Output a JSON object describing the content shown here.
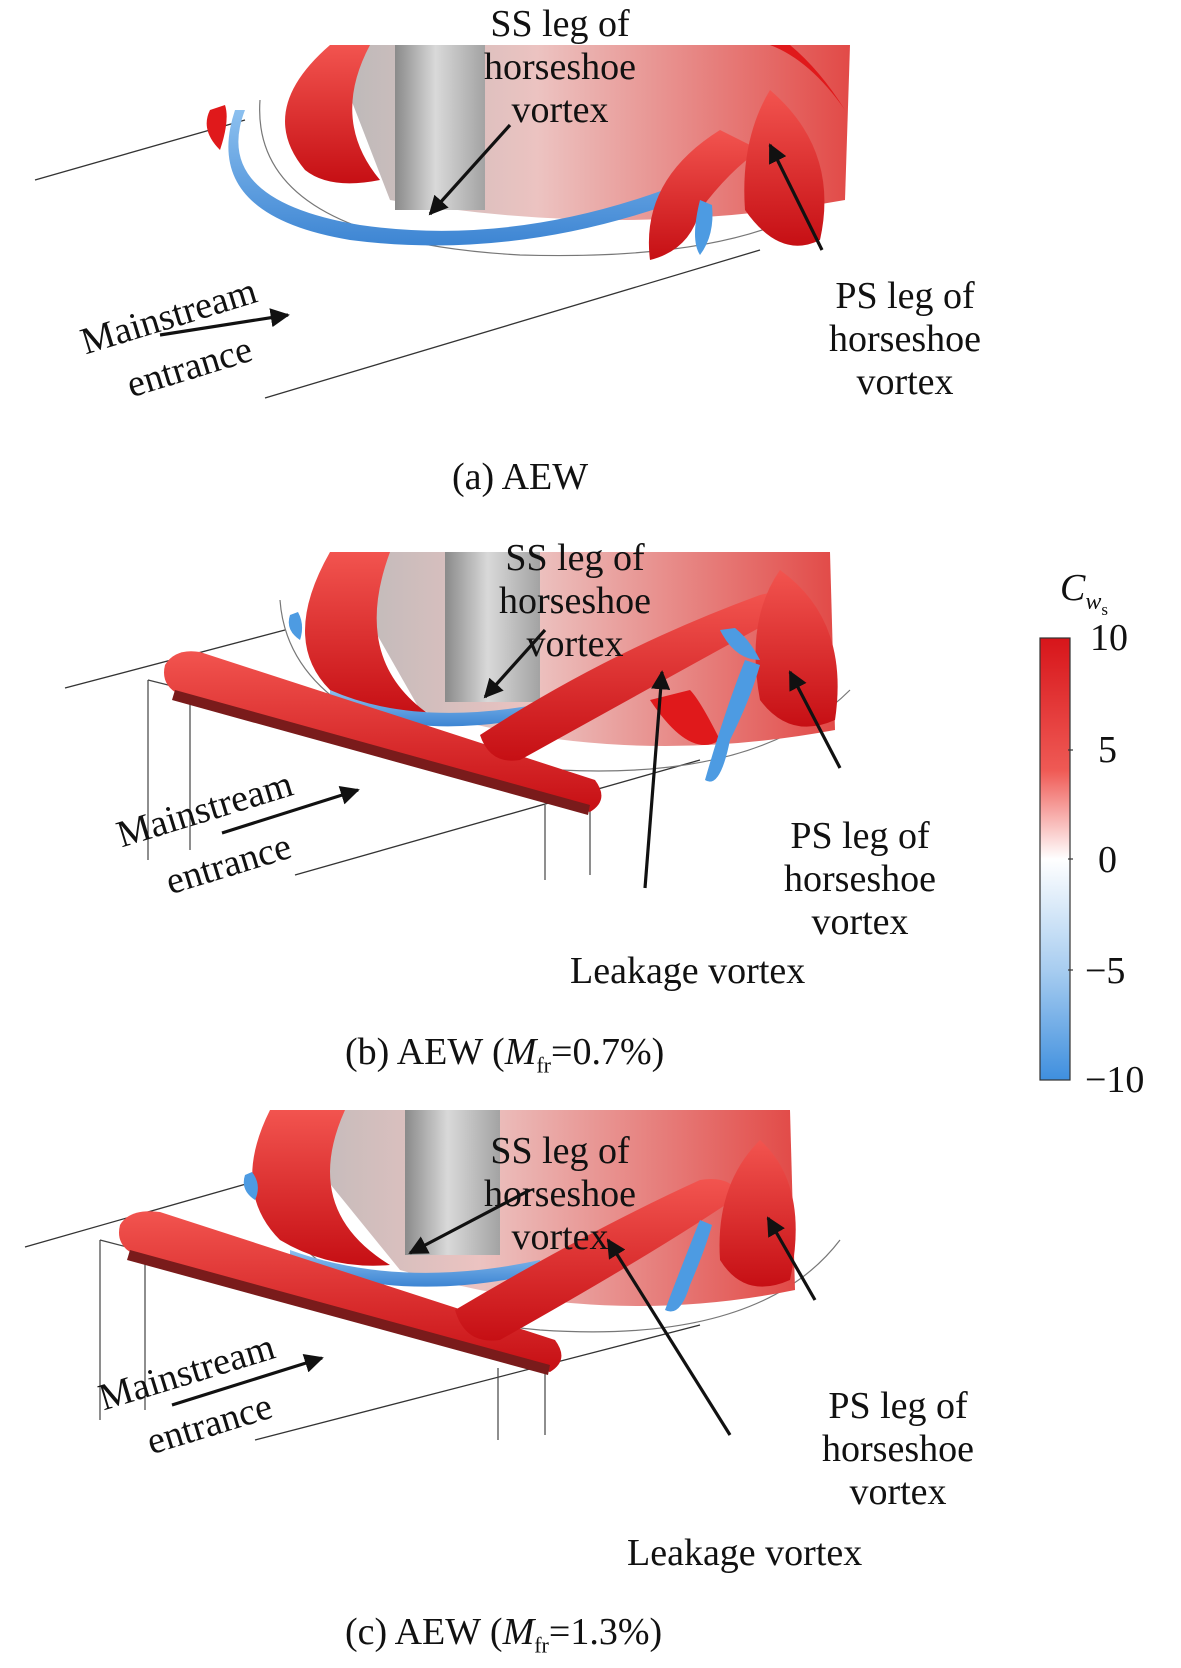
{
  "colorbar": {
    "symbol": "C",
    "symbol_subscript": "w",
    "symbol_subsubscript": "s",
    "ticks": [
      "10",
      "5",
      "0",
      "−5",
      "−10"
    ],
    "range": [
      -10,
      10
    ],
    "colors": {
      "high": "#e0191b",
      "mid": "#ffffff",
      "low": "#4d9be2"
    }
  },
  "panels": [
    {
      "id": "a",
      "caption": "(a) AEW",
      "labels": {
        "ss_line1": "SS leg of",
        "ss_line2": "horseshoe",
        "ss_line3": "vortex",
        "ps_line1": "PS leg of",
        "ps_line2": "horseshoe",
        "ps_line3": "vortex",
        "entrance_line1": "Mainstream",
        "entrance_line2": "entrance"
      }
    },
    {
      "id": "b",
      "caption_prefix": "(b) AEW (",
      "caption_var": "M",
      "caption_sub": "fr",
      "caption_suffix": "=0.7%)",
      "labels": {
        "ss_line1": "SS leg of",
        "ss_line2": "horseshoe",
        "ss_line3": "vortex",
        "ps_line1": "PS leg of",
        "ps_line2": "horseshoe",
        "ps_line3": "vortex",
        "leakage": "Leakage vortex",
        "entrance_line1": "Mainstream",
        "entrance_line2": "entrance"
      }
    },
    {
      "id": "c",
      "caption_prefix": "(c) AEW (",
      "caption_var": "M",
      "caption_sub": "fr",
      "caption_suffix": "=1.3%)",
      "labels": {
        "ss_line1": "SS leg of",
        "ss_line2": "horseshoe",
        "ss_line3": "vortex",
        "ps_line1": "PS leg of",
        "ps_line2": "horseshoe",
        "ps_line3": "vortex",
        "leakage": "Leakage vortex",
        "entrance_line1": "Mainstream",
        "entrance_line2": "entrance"
      }
    }
  ]
}
